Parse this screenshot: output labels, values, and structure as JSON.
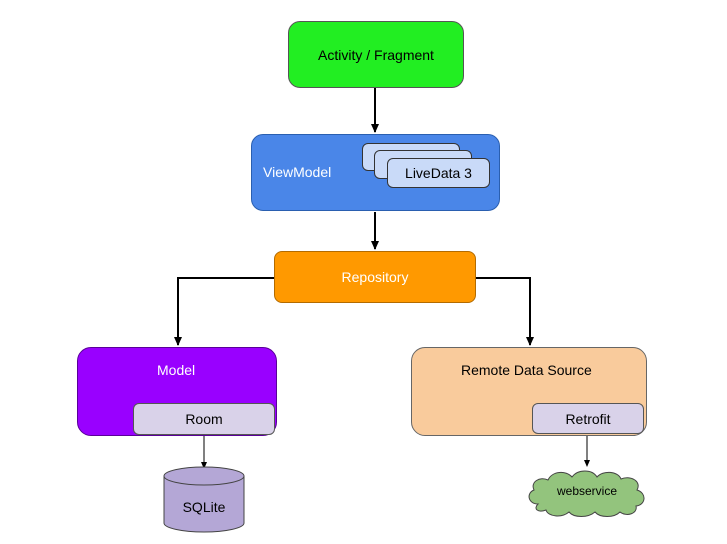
{
  "nodes": {
    "activity_fragment": {
      "label": "Activity / Fragment",
      "color": "#22ee22"
    },
    "viewmodel": {
      "label": "ViewModel",
      "color": "#4a86e8",
      "livedata_label": "LiveData 3",
      "livedata_color": "#c9daf8"
    },
    "repository": {
      "label": "Repository",
      "color": "#ff9900"
    },
    "model": {
      "label": "Model",
      "color": "#9900ff",
      "room_label": "Room",
      "room_color": "#d9d2e9"
    },
    "remote": {
      "label": "Remote Data Source",
      "color": "#f9cb9c",
      "retrofit_label": "Retrofit",
      "retrofit_color": "#d9d2e9"
    },
    "sqlite": {
      "label": "SQLite",
      "color": "#b4a7d6"
    },
    "webservice": {
      "label": "webservice",
      "color": "#93c47d"
    }
  }
}
